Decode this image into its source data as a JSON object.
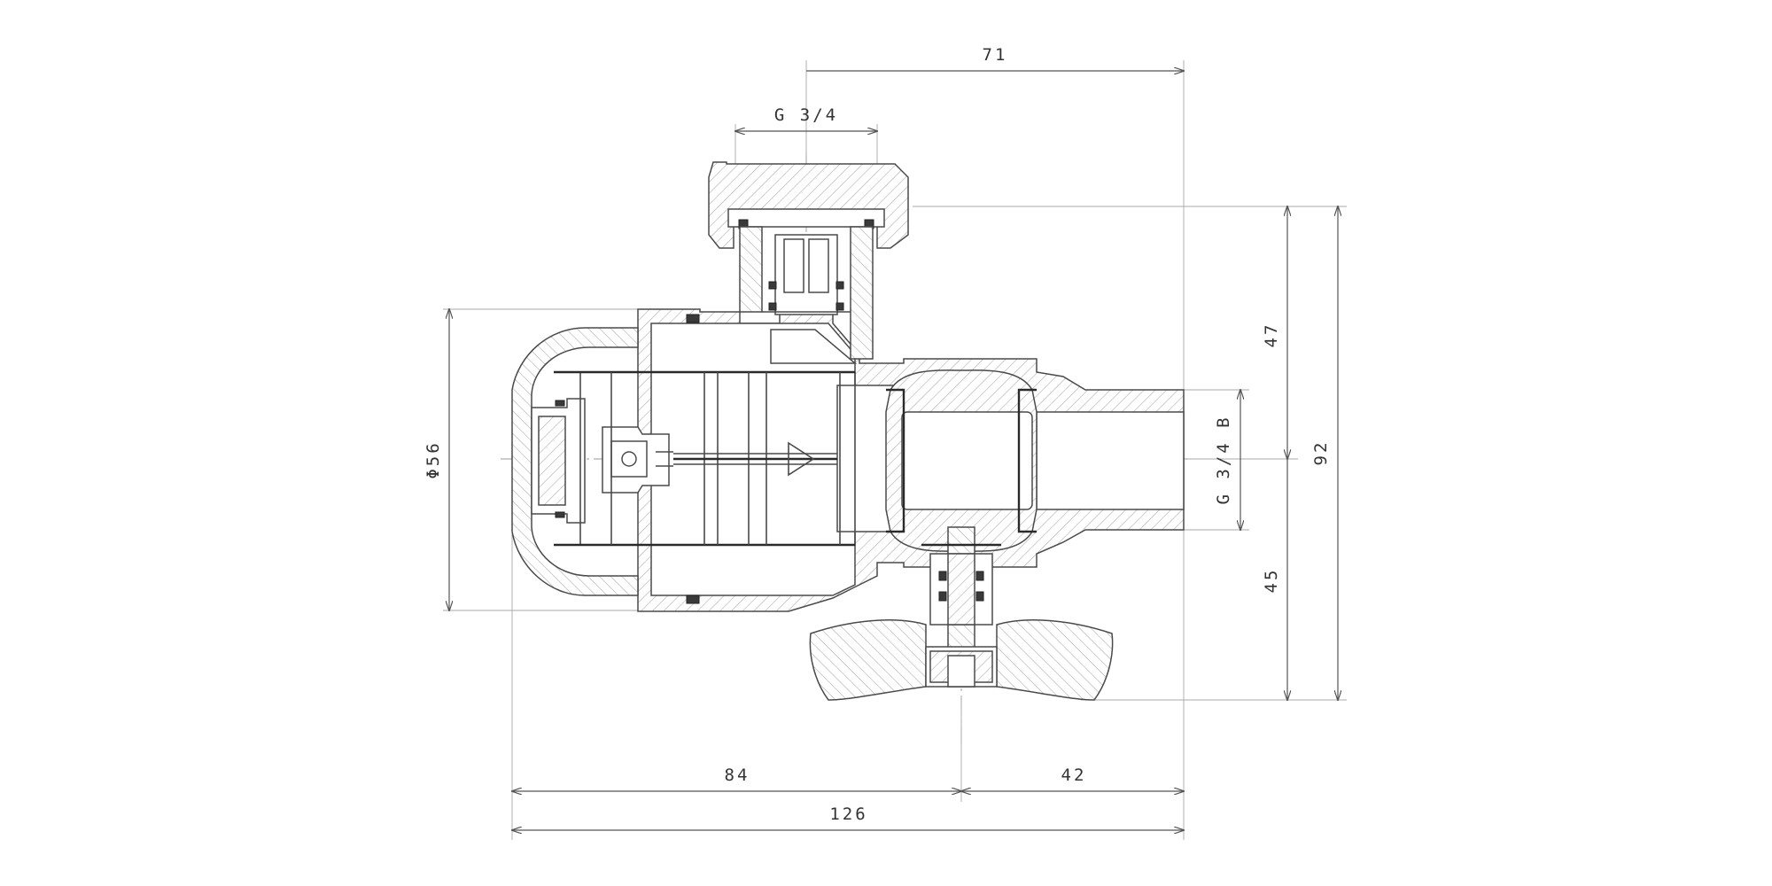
{
  "drawing": {
    "type": "technical-section-drawing",
    "line_color": "#4a4a4a",
    "hatch_color": "#9a9a9a",
    "background": "#ffffff"
  },
  "dimensions": {
    "top_width": "71",
    "top_thread": "G 3/4",
    "diameter": "Φ56",
    "side_thread": "G 3/4 B",
    "upper_height": "47",
    "lower_height": "45",
    "total_height": "92",
    "left_length": "84",
    "right_length": "42",
    "total_length": "126"
  }
}
